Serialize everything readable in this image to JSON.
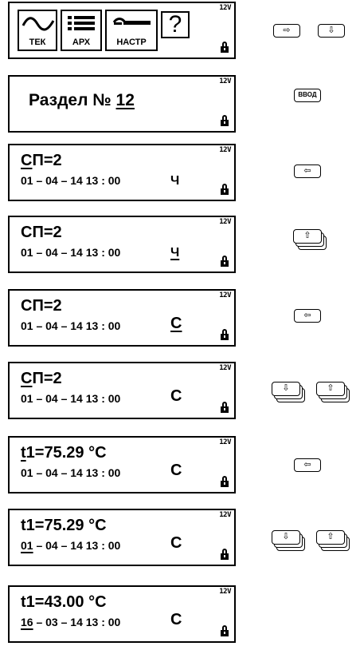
{
  "voltage_label": "12V",
  "menu": {
    "tek_label": "ТЕК",
    "arh_label": "АРХ",
    "nastr_label": "НАСТР",
    "help_label": "?"
  },
  "razdel": {
    "prefix": "Раздел № ",
    "number": "12"
  },
  "screens": [
    {
      "a": "",
      "au": "С",
      "b": "П=2",
      "date_u": "",
      "date_rest": "01 – 04 – 14  13 : 00",
      "mode": "Ч",
      "mode_underlined": false
    },
    {
      "a": "СП=2",
      "au": "",
      "b": "",
      "date_u": "",
      "date_rest": "01 – 04 – 14  13 : 00",
      "mode": "Ч",
      "mode_underlined": true
    },
    {
      "a": "СП=2",
      "au": "",
      "b": "",
      "date_u": "",
      "date_rest": "01 – 04 – 14  13 : 00",
      "mode": "С",
      "mode_underlined": true
    },
    {
      "a": "",
      "au": "С",
      "b": "П=2",
      "date_u": "",
      "date_rest": "01 – 04 – 14  13 : 00",
      "mode": "С",
      "mode_underlined": false
    },
    {
      "a": "",
      "au": "t",
      "b": "1=75.29 °C",
      "date_u": "",
      "date_rest": "01 – 04 – 14  13 : 00",
      "mode": "С",
      "mode_underlined": false
    },
    {
      "a": "t1=75.29 °C",
      "au": "",
      "b": "",
      "date_u": "01",
      "date_rest": " – 04 – 14  13 : 00",
      "mode": "С",
      "mode_underlined": false
    },
    {
      "a": "t1=43.00 °C",
      "au": "",
      "b": "",
      "date_u": "16",
      "date_rest": " – 03 – 14  13 : 00",
      "mode": "С",
      "mode_underlined": false
    }
  ],
  "keys": {
    "right_arrow": "⇨",
    "down_arrow": "⇩",
    "enter_label": "ВВОД",
    "left_arrow": "⇦",
    "up_arrow": "⇧"
  }
}
